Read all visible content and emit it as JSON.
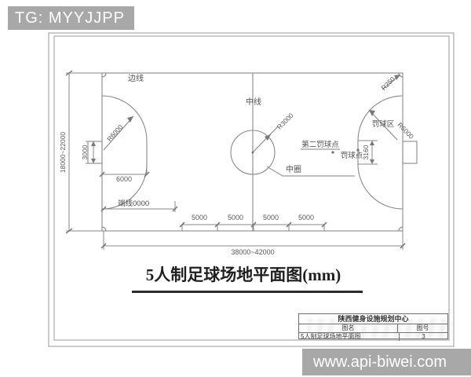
{
  "badge": {
    "text": "TG: MYYJJPP"
  },
  "banner": {
    "text": "www.api-biwei.com"
  },
  "drawing": {
    "title": "5人制足球场地平面图(mm)",
    "field_labels": {
      "side_line": "边线",
      "center_line": "中线",
      "center_circle": "中圈",
      "second_penalty": "第二罚球点",
      "penalty_point": "罚球点",
      "penalty_area": "罚球区",
      "end_line": "端线"
    },
    "radii": {
      "corner": "R250",
      "center": "R3000",
      "penalty_left": "R6000",
      "penalty_right": "R6000"
    },
    "dims": {
      "height": "18000~22000",
      "width": "38000~42000",
      "goal_width": "3000",
      "penalty_depth": "6000",
      "end_line_dim": "0000",
      "goal_mouth": "3160",
      "segments": [
        "5000",
        "5000",
        "5000",
        "5000"
      ]
    }
  },
  "title_block": {
    "org": "陕西健身设施规划中心",
    "name_label": "图名",
    "number_label": "图号",
    "drawing_name": "5人制足球场地平面图",
    "drawing_number": "3"
  }
}
